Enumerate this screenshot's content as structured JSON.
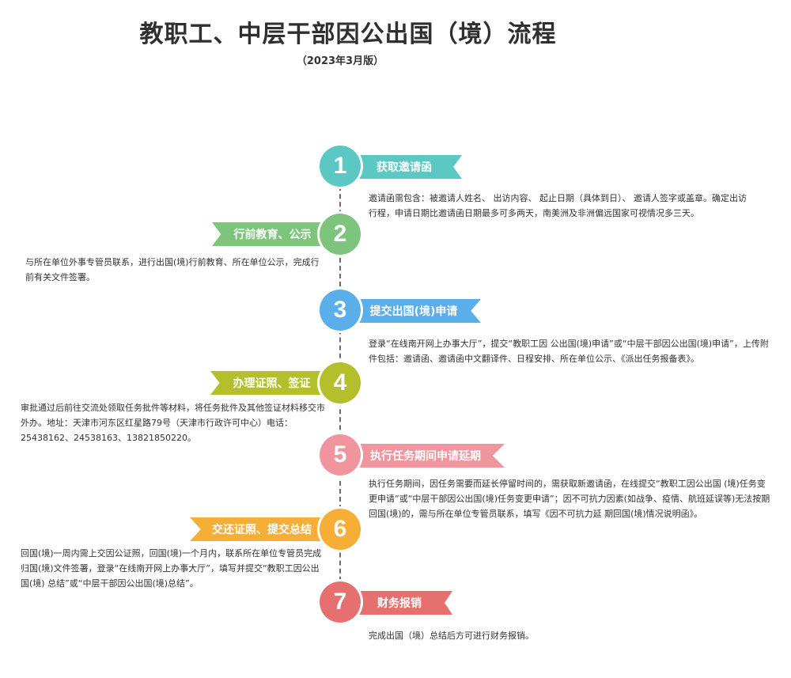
{
  "title": "教职工、中层干部因公出国（境）流程",
  "subtitle": "（2023年3月版）",
  "steps": [
    {
      "number": "1",
      "label": "获取邀请函",
      "color": "#5bc8c4",
      "description": "邀请函需包含：被邀请人姓名、 出访内容、 起止日期（具体到日）、 邀请人签字或盖章。确定出访行程，申请日期比邀请函日期最多可多两天，南美洲及非洲偏远国家可视情况多三天。"
    },
    {
      "number": "2",
      "label": "行前教育、公示",
      "color": "#7dc57d",
      "description": "与所在单位外事专管员联系，进行出国(境)行前教育、所在单位公示，完成行前有关文件签署。"
    },
    {
      "number": "3",
      "label": "提交出国(境)申请",
      "color": "#5aaeea",
      "description": "登录“在线南开网上办事大厅”，提交“教职工因 公出国(境)申请”或“中层干部因公出国(境)申请”，上传附件包括：邀请函、邀请函中文翻译件、日程安排、所在单位公示、《派出任务报备表》。"
    },
    {
      "number": "4",
      "label": "办理证照、签证",
      "color": "#b4bf2c",
      "description": "审批通过后前往交流处领取任务批件等材料，将任务批件及其他签证材料移交市外办。地址：天津市河东区红星路79号（天津市行政许可中心）电话：25438162、24538163、13821850220。"
    },
    {
      "number": "5",
      "label": "执行任务期间申请延期",
      "color": "#f0949d",
      "description": "执行任务期间，因任务需要而延长停留时间的，需获取新邀请函，在线提交“教职工因公出国 (境)任务变更申请”或“中层干部因公出国(境)任务变更申请”；因不可抗力因素(如战争、疫情、航班延误等)无法按期回国(境)的，需与所在单位专管员联系，填写《因不可抗力延 期回国(境)情况说明函》。"
    },
    {
      "number": "6",
      "label": "交还证照、提交总结",
      "color": "#f6ae36",
      "description": "回国(境)一周内需上交因公证照，回国(境)一个月内，联系所在单位专管员完成归国(境)文件签署，登录“在线南开网上办事大厅”，填写并提交“教职工因公出国(境) 总结”或“中层干部因公出国(境)总结”。"
    },
    {
      "number": "7",
      "label": "财务报销",
      "color": "#e6706f",
      "description": "完成出国（境）总结后方可进行财务报销。"
    }
  ]
}
